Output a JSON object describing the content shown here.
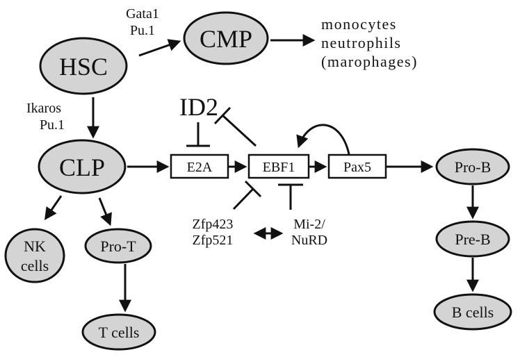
{
  "nodes": {
    "hsc": "HSC",
    "cmp": "CMP",
    "clp": "CLP",
    "nk_line1": "NK",
    "nk_line2": "cells",
    "pro_t": "Pro-T",
    "t_cells": "T cells",
    "pro_b": "Pro-B",
    "pre_b": "Pre-B",
    "b_cells": "B cells"
  },
  "genes": {
    "e2a": "E2A",
    "ebf1": "EBF1",
    "pax5": "Pax5"
  },
  "labels": {
    "gata1": "Gata1",
    "pu1_top": "Pu.1",
    "ikaros": "Ikaros",
    "pu1_left": "Pu.1",
    "id2": "ID2",
    "zfp423": "Zfp423",
    "zfp521": "Zfp521",
    "mi2": "Mi-2/",
    "nurd": "NuRD",
    "myeloid_1": "monocytes",
    "myeloid_2": "neutrophils",
    "myeloid_3": "(marophages)"
  },
  "colors": {
    "node_fill": "#d4d4d4",
    "stroke": "#111111"
  }
}
